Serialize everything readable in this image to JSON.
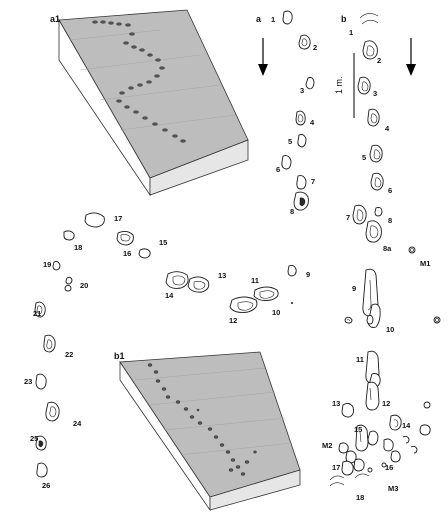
{
  "panels": {
    "a1": "a1",
    "b1": "b1",
    "a": "a",
    "b": "b"
  },
  "scale_label": "1 m.",
  "trackway_a_labels": [
    "1",
    "2",
    "3",
    "4",
    "5",
    "6",
    "7",
    "8",
    "9",
    "10",
    "11",
    "12",
    "13",
    "14",
    "15",
    "16",
    "17",
    "18",
    "19",
    "20",
    "21",
    "22",
    "23",
    "24",
    "25",
    "26"
  ],
  "trackway_b_labels": [
    "1",
    "2",
    "3",
    "4",
    "5",
    "6",
    "7",
    "8",
    "8a",
    "9",
    "10",
    "11",
    "12",
    "13",
    "14",
    "15",
    "16",
    "17",
    "18"
  ],
  "marker_labels": [
    "M1",
    "M2",
    "M3"
  ]
}
